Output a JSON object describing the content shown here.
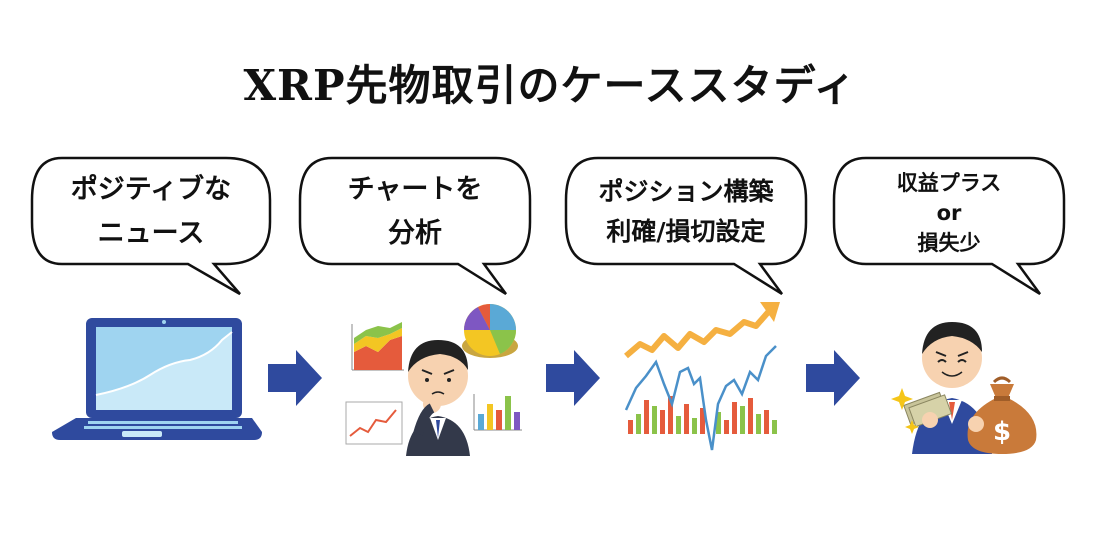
{
  "title": "XRP先物取引のケーススタディ",
  "steps": [
    {
      "lines": [
        "ポジティブな",
        "ニュース"
      ],
      "illustration": "laptop-chart-icon"
    },
    {
      "lines": [
        "チャートを",
        "分析"
      ],
      "illustration": "thinking-man-charts-icon"
    },
    {
      "lines": [
        "ポジション構築",
        "利確/損切設定"
      ],
      "illustration": "rising-chart-icon"
    },
    {
      "lines": [
        "収益プラス",
        "or",
        "損失少"
      ],
      "illustration": "money-bag-man-icon"
    }
  ],
  "colors": {
    "arrow": "#2f4a9e",
    "laptop": "#2f4a9e",
    "screen": "#9fd4f0",
    "orange_arrow": "#f5b041"
  }
}
